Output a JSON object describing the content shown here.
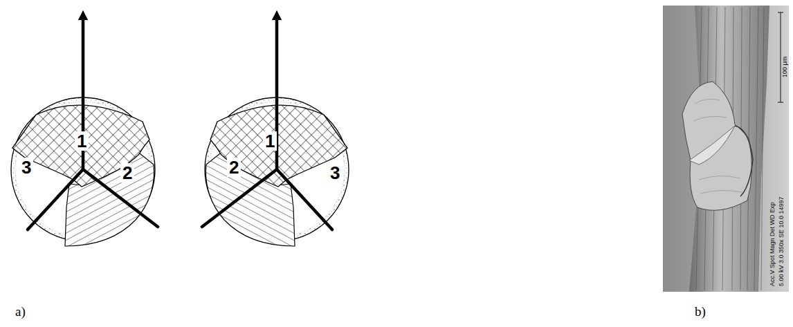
{
  "diagram": {
    "labels": [
      "1",
      "2",
      "3",
      "1",
      "2",
      "3",
      "a)",
      "b)",
      "100 μm",
      "Acc.V Spot Magn Det WD Exp",
      "5.00 kV 3.0 350x SE 10.0 14997"
    ]
  }
}
